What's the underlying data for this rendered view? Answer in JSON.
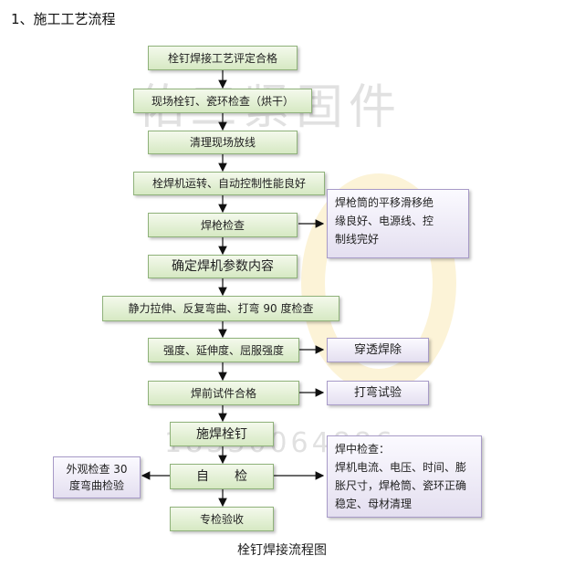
{
  "heading": "1、施工工艺流程",
  "watermark": {
    "company": "佑三紧固件",
    "phone": "18330064886"
  },
  "flow": {
    "b1": "栓钉焊接工艺评定合格",
    "b2": "现场栓钉、瓷环检查（烘干）",
    "b3": "清理现场放线",
    "b4": "栓焊机运转、自动控制性能良好",
    "b5": "焊枪检查",
    "b6": "确定焊机参数内容",
    "b7": "静力拉伸、反复弯曲、打弯 90 度检查",
    "b8": "强度、延伸度、屈服强度",
    "b9": "焊前试件合格",
    "b10": "施焊栓钉",
    "b11": "自　　检",
    "b12": "专检验收"
  },
  "side": {
    "gun_note": [
      "焊枪筒的平移滑移绝",
      "缘良好、电源线、控",
      "制线完好"
    ],
    "penetrate": "穿透焊除",
    "bend_test": "打弯试验",
    "inspect": [
      "焊中检查：",
      "焊机电流、电压、时间、膨",
      "胀尺寸，焊枪筒、瓷环正确",
      "稳定、母材清理"
    ],
    "visual": [
      "外观检查 30",
      "度弯曲检验"
    ]
  },
  "caption": "栓钉焊接流程图"
}
